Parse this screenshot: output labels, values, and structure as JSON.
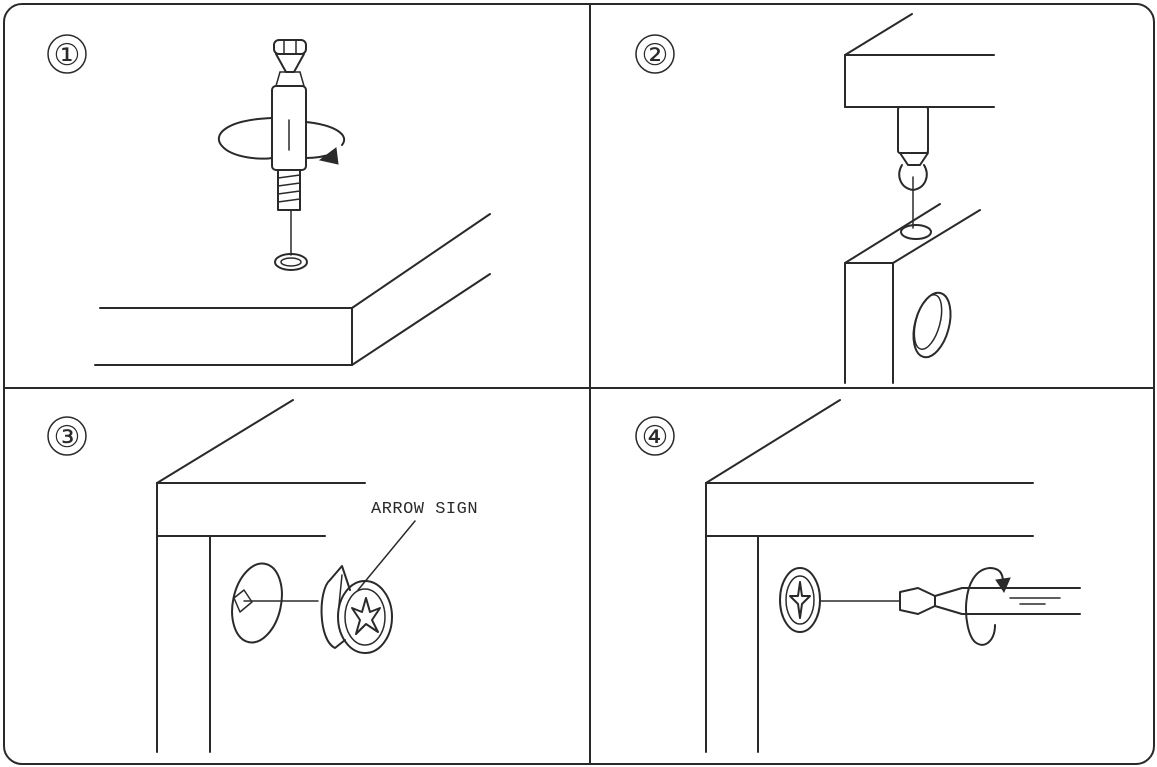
{
  "steps": [
    {
      "number": "①",
      "label": ""
    },
    {
      "number": "②",
      "label": ""
    },
    {
      "number": "③",
      "label": "ARROW SIGN"
    },
    {
      "number": "④",
      "label": ""
    }
  ],
  "colors": {
    "line": "#2a2a2a",
    "background": "#ffffff"
  }
}
